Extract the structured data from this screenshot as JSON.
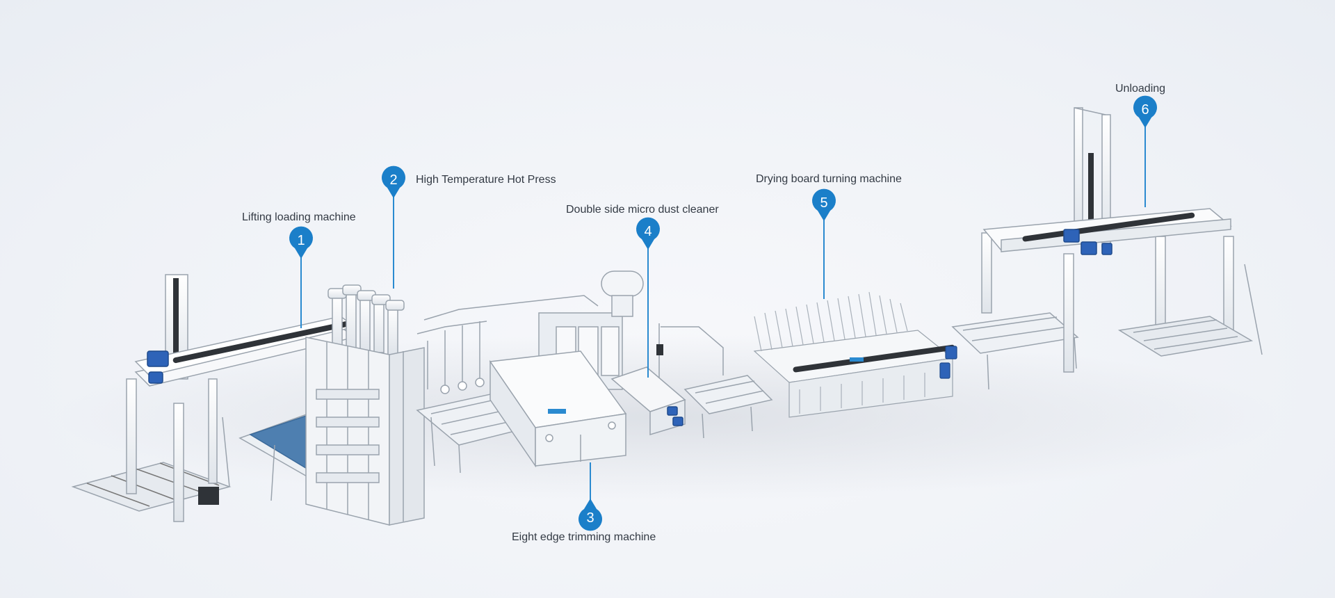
{
  "stations": [
    {
      "number": "1",
      "label": "Lifting loading machine"
    },
    {
      "number": "2",
      "label": "High Temperature Hot Press"
    },
    {
      "number": "3",
      "label": "Eight edge trimming machine"
    },
    {
      "number": "4",
      "label": "Double side micro dust cleaner"
    },
    {
      "number": "5",
      "label": "Drying board turning machine"
    },
    {
      "number": "6",
      "label": "Unloading"
    }
  ],
  "colors": {
    "marker": "#1b7fc9",
    "leader": "#2a8ad0",
    "machine_fill": "#f4f6f9",
    "machine_stroke": "#9aa3ad",
    "motor": "#2e63b8",
    "belt": "#2f3338",
    "accent": "#2a8ad0"
  }
}
